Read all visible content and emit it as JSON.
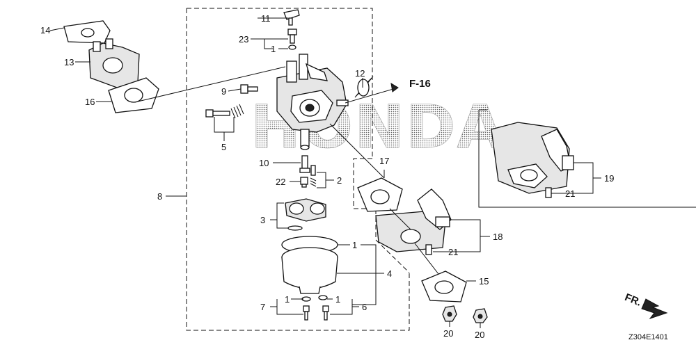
{
  "diagram_code": "Z304E1401",
  "watermark": "HONDA",
  "reference": "F-16",
  "front_marker": "FR.",
  "callouts": {
    "c1a": "1",
    "c1b": "1",
    "c1c": "1",
    "c1d": "1",
    "c2": "2",
    "c3": "3",
    "c4": "4",
    "c5": "5",
    "c6": "6",
    "c7": "7",
    "c8": "8",
    "c9": "9",
    "c10": "10",
    "c11": "11",
    "c12": "12",
    "c13": "13",
    "c14": "14",
    "c15": "15",
    "c16": "16",
    "c17": "17",
    "c18": "18",
    "c19": "19",
    "c20a": "20",
    "c20b": "20",
    "c21a": "21",
    "c21b": "21",
    "c22": "22",
    "c23": "23"
  }
}
